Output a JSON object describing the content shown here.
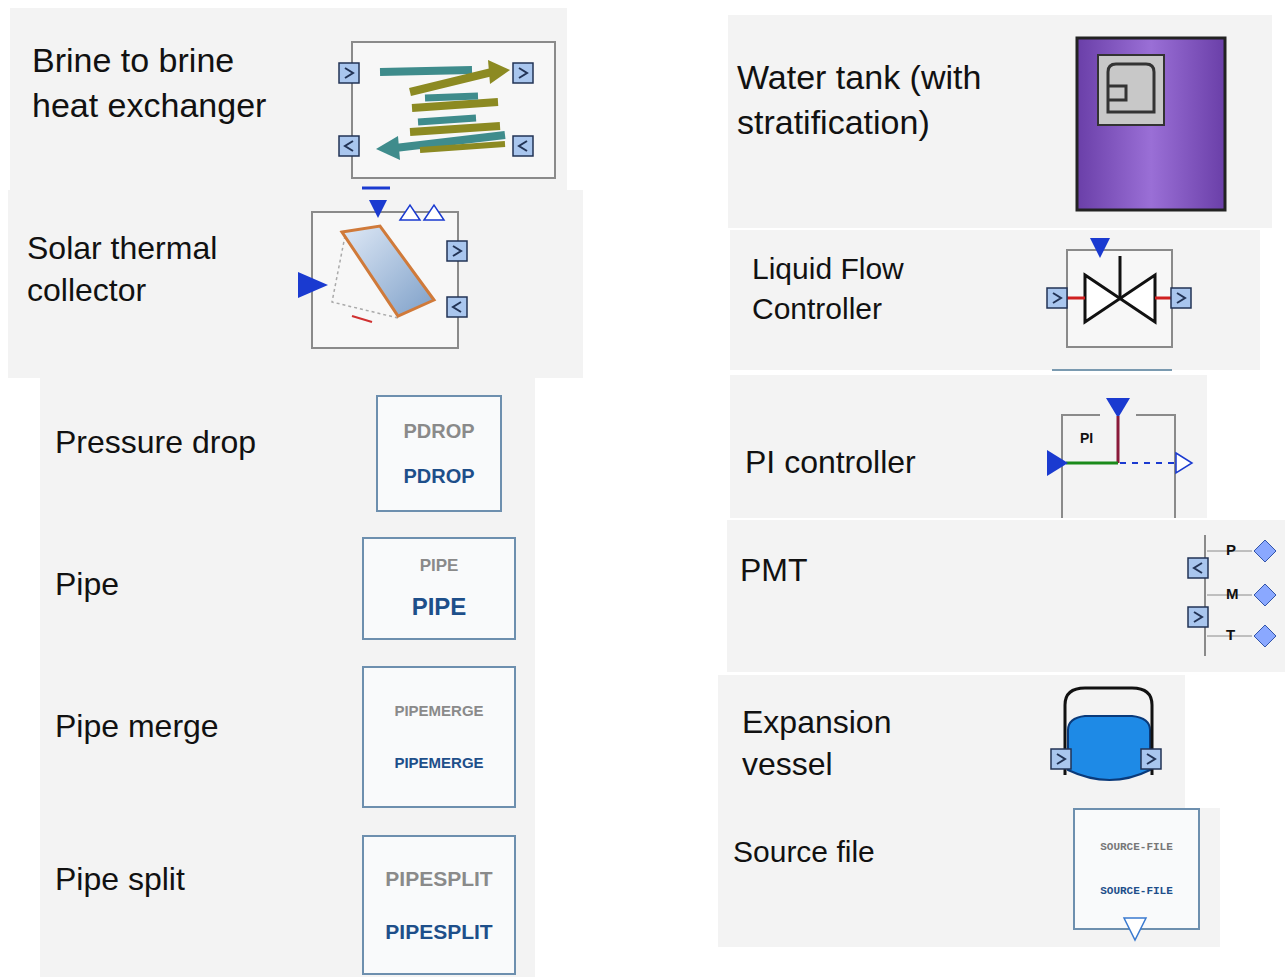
{
  "diagram": {
    "nodes": [
      {
        "text": [
          "Brine to brine heat exchanger"
        ]
      },
      {
        "text": [
          "Solar thermal collector"
        ]
      },
      {
        "text": [
          "Pressure drop"
        ]
      },
      {
        "text": [
          "PDROP",
          "PDROP"
        ],
        "in": 2
      },
      {
        "text": [
          "Pipe"
        ]
      },
      {
        "text": [
          "PIPE",
          "PIPE"
        ],
        "in": 4
      },
      {
        "text": [
          "Pipe merge"
        ]
      },
      {
        "text": [
          "PIPEMERGE",
          "PIPEMERGE"
        ],
        "in": 6
      },
      {
        "text": [
          "Pipe split"
        ]
      },
      {
        "text": [
          "PIPESPLIT",
          "PIPESPLIT"
        ],
        "in": 8
      },
      {
        "text": [
          "Water tank (with stratification)"
        ]
      },
      {
        "text": [
          "Liquid Flow Controller"
        ]
      },
      {
        "text": [
          "PI controller"
        ]
      },
      {
        "text": [
          "PMT"
        ]
      },
      {
        "text": [
          "Expansion vessel"
        ]
      },
      {
        "text": [
          "Source file"
        ]
      },
      {
        "text": [
          "SOURCE-FILE",
          "SOURCE-FILE"
        ],
        "in": 15
      }
    ],
    "labels": [
      "PI",
      "P",
      "M",
      "T"
    ]
  }
}
